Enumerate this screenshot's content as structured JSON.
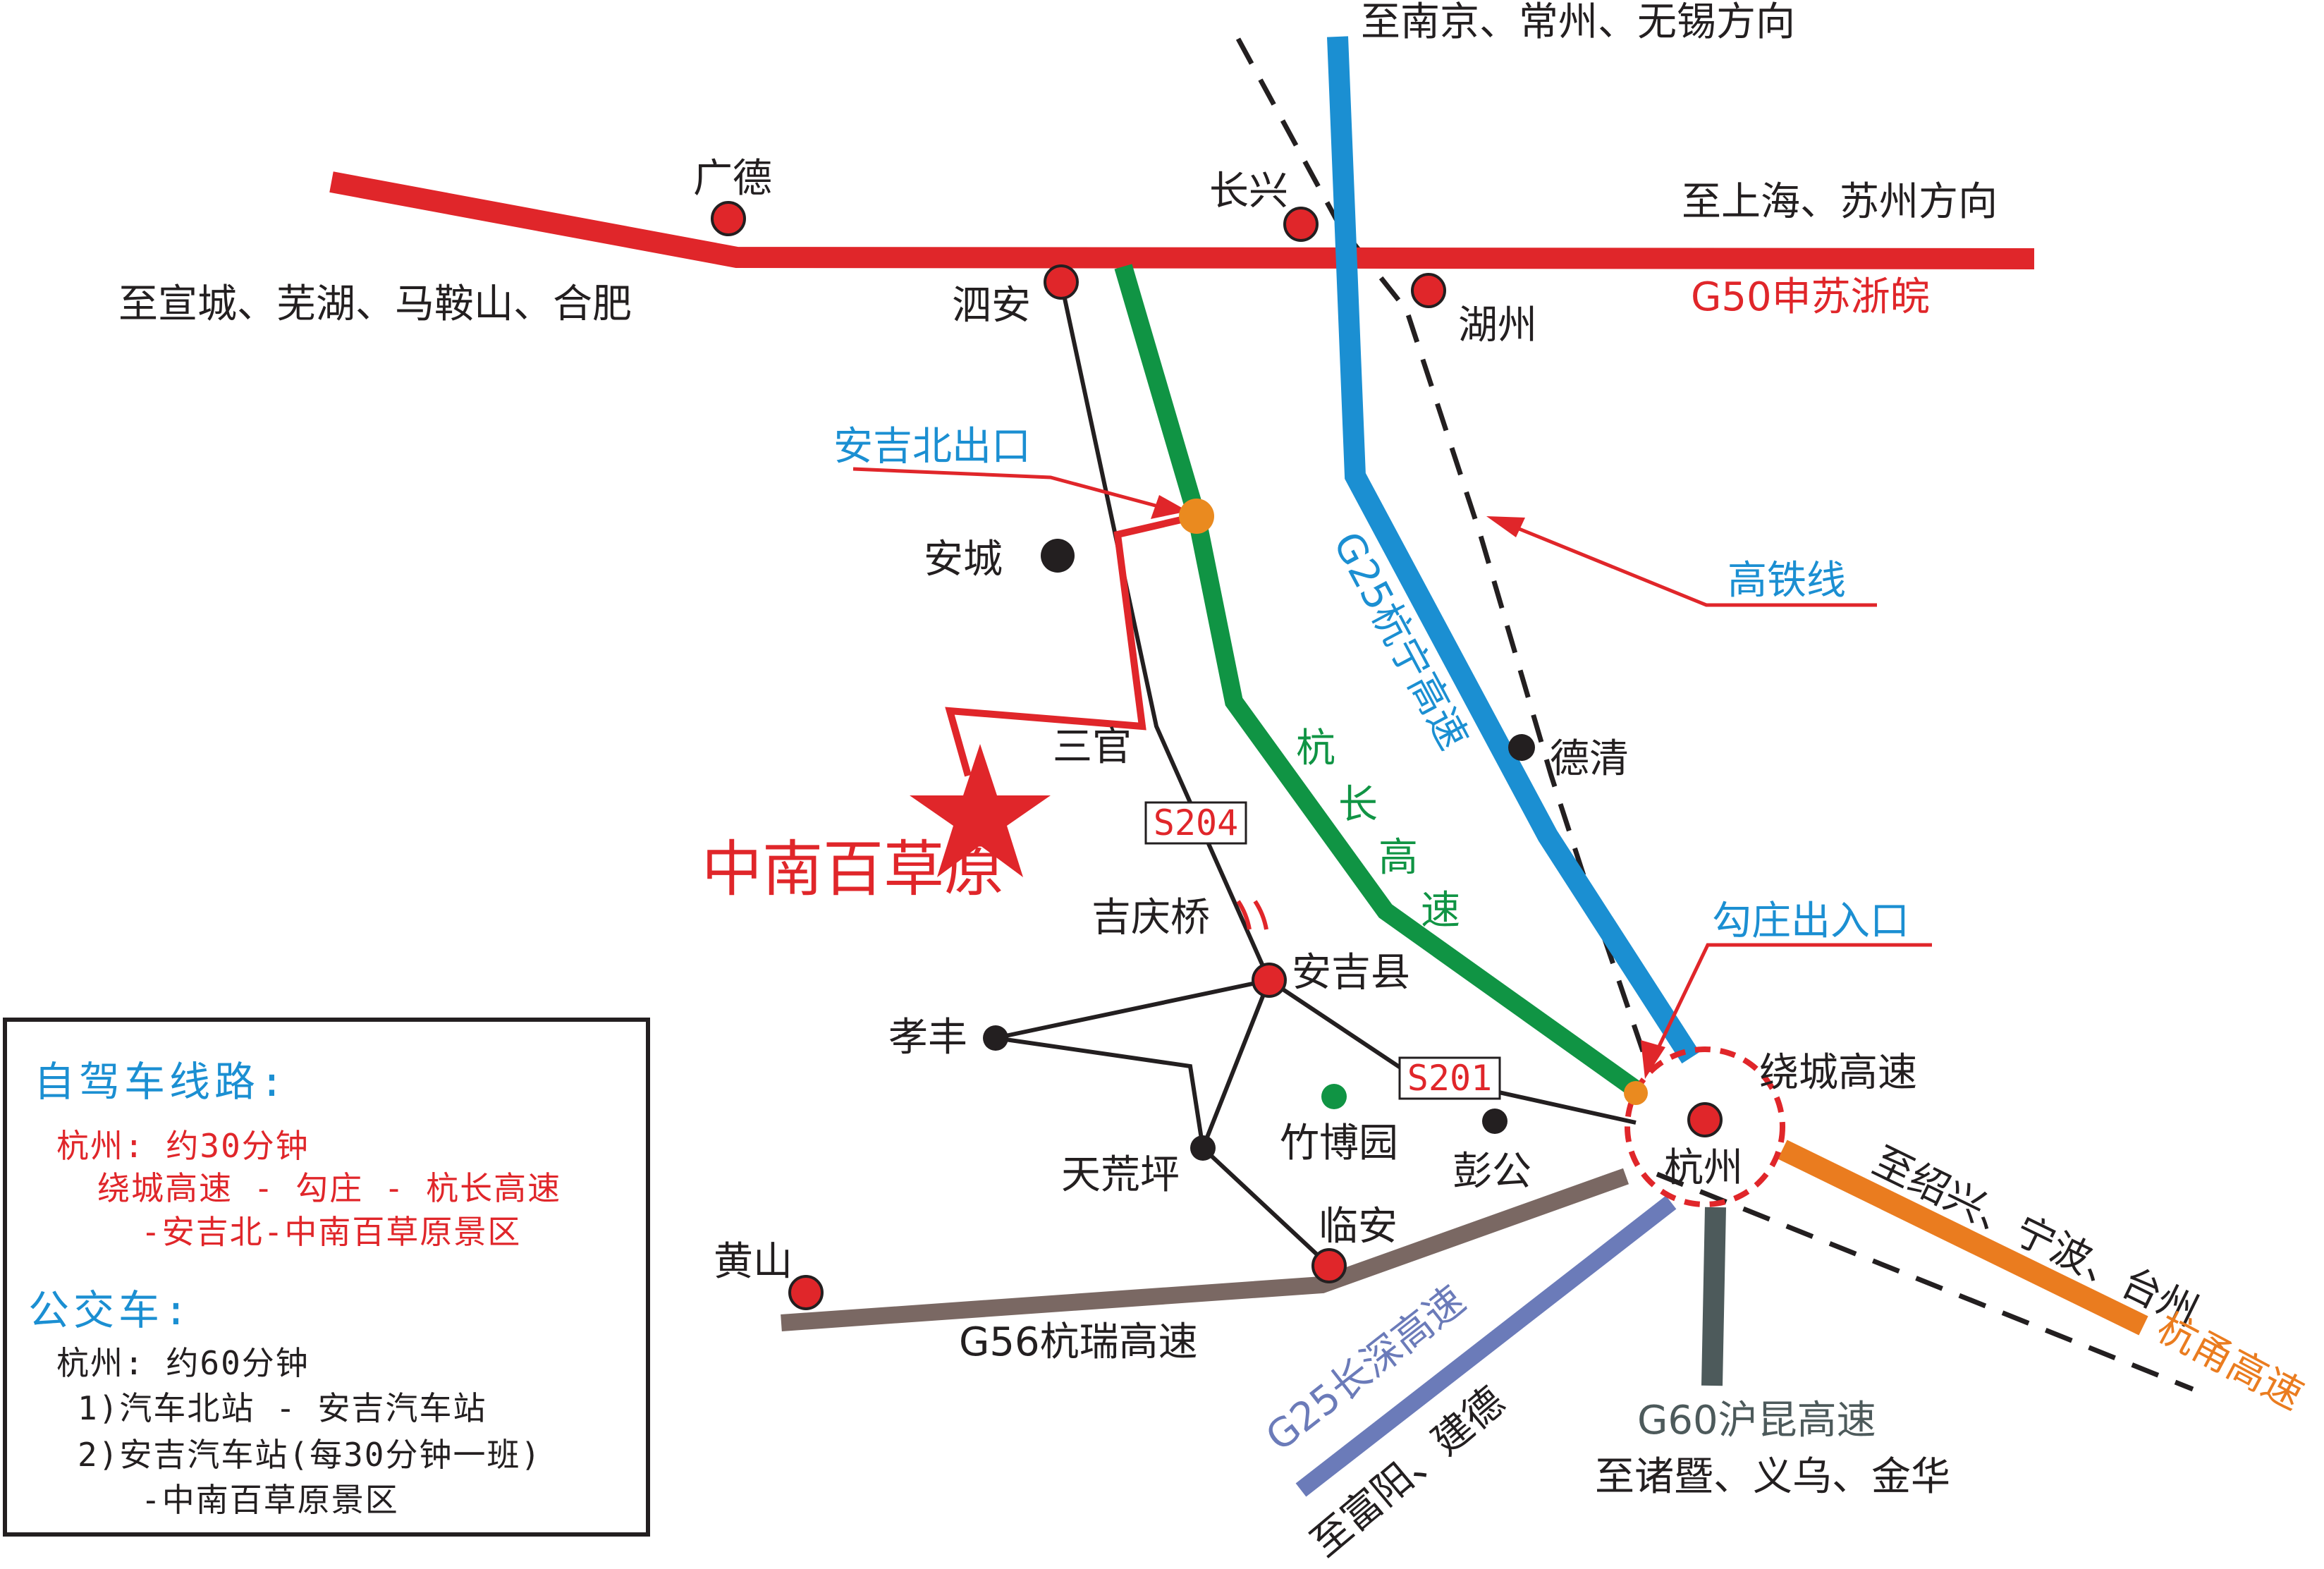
{
  "colors": {
    "g50": "#e0262a",
    "g25_north": "#1b8fd2",
    "hangchang": "#109444",
    "g56": "#7a6863",
    "g25_south": "#6b7bb9",
    "g60": "#4d5a5b",
    "hangyong": "#ea7c1f",
    "road": "#231f20",
    "highlight_red": "#e0262a",
    "exit_orange": "#ea8a1f",
    "label_blue": "#1b8fd2",
    "label_green": "#109444"
  },
  "labels": {
    "nanjing_dir": "至南京、常州、无锡方向",
    "shanghai_dir": "至上海、苏州方向",
    "xuancheng_dir": "至宣城、芜湖、马鞍山、合肥",
    "g50": "G50申苏浙皖",
    "guangde": "广德",
    "changxing": "长兴",
    "sian": "泗安",
    "huzhou": "湖州",
    "anji_north_exit": "安吉北出口",
    "ancheng": "安城",
    "g25_north": "G25杭宁高速",
    "hsr": "高铁线",
    "deqing": "德清",
    "sanguan": "三官",
    "s204": "S204",
    "destination": "中南百草原",
    "hangchang_chars": [
      "杭",
      "长",
      "高",
      "速"
    ],
    "jiqingqiao": "吉庆桥",
    "gouzhuang_exit": "勾庄出入口",
    "anji_county": "安吉县",
    "xiaofeng": "孝丰",
    "s201": "S201",
    "ring_highway": "绕城高速",
    "zhuboyuan": "竹博园",
    "penggong": "彭公",
    "hangzhou": "杭州",
    "tianhuangping": "天荒坪",
    "shaoxing_dir": "至绍兴、宁波、台州",
    "hangyong": "杭甬高速",
    "linan": "临安",
    "huangshan": "黄山",
    "g56": "G56杭瑞高速",
    "g25_south": "G25长深高速",
    "fuyang_dir": "至富阳、建德",
    "g60": "G60沪昆高速",
    "zhuji_dir": "至诸暨、义乌、金华"
  },
  "legend": {
    "driving_title": "自驾车线路:",
    "driving_line1": "杭州: 约30分钟",
    "driving_line2": "绕城高速 - 勾庄 - 杭长高速",
    "driving_line3": "-安吉北-中南百草原景区",
    "bus_title": "公交车:",
    "bus_line1": "杭州: 约60分钟",
    "bus_line2": "1)汽车北站 - 安吉汽车站",
    "bus_line3": "2)安吉汽车站(每30分钟一班)",
    "bus_line4": "-中南百草原景区"
  }
}
